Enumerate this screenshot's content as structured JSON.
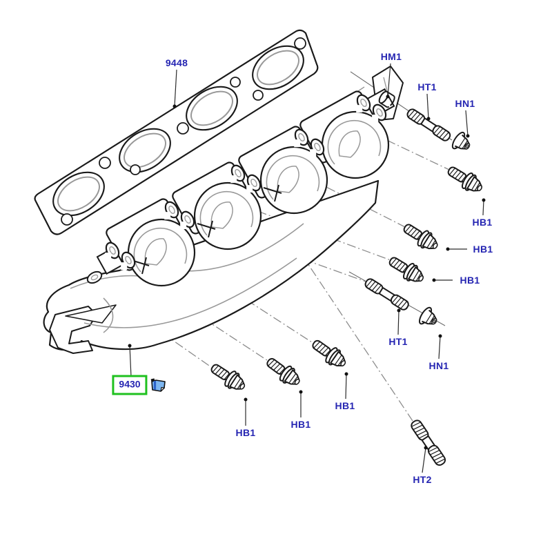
{
  "diagram": {
    "type": "exploded-parts-diagram",
    "background": "#ffffff",
    "colors": {
      "label": "#2525b2",
      "highlight_box": "#1fc11f",
      "primary_line": "#1a1a1a",
      "secondary_line": "#999999"
    },
    "callouts": [
      {
        "code": "9448"
      },
      {
        "code": "HM1"
      },
      {
        "code": "HT1"
      },
      {
        "code": "HN1"
      },
      {
        "code": "HB1"
      },
      {
        "code": "HB1"
      },
      {
        "code": "HB1"
      },
      {
        "code": "HT1"
      },
      {
        "code": "HN1"
      },
      {
        "code": "HB1"
      },
      {
        "code": "HB1"
      },
      {
        "code": "HB1"
      },
      {
        "code": "HT2"
      },
      {
        "code": "9430"
      }
    ],
    "highlight": {
      "selected_code": "9430",
      "icon": "part-detail-icon"
    }
  }
}
